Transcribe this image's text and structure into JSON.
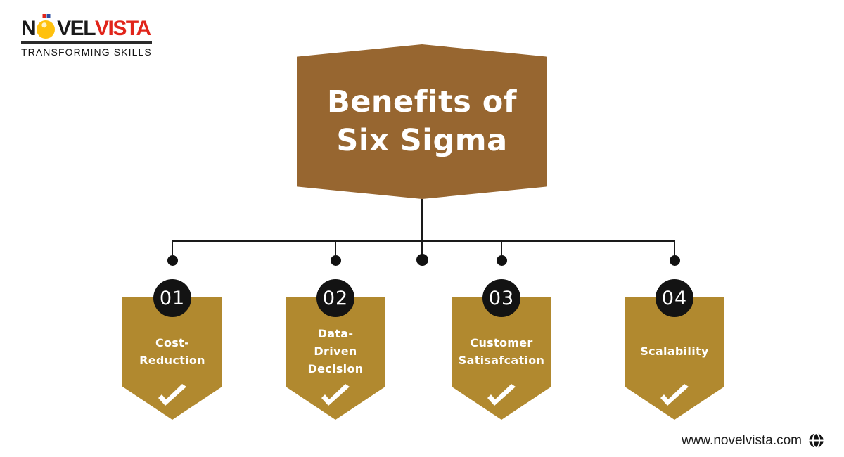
{
  "logo": {
    "brand_part1": "N",
    "brand_part2": "VEL",
    "brand_part3": "VISTA",
    "tagline": "TRANSFORMING SKILLS",
    "brand_red": "#e1251b",
    "bulb_yellow": "#ffc10e",
    "bulb_flag_colors": [
      "#e1251b",
      "#2b4ea2"
    ]
  },
  "banner": {
    "title_line1": "Benefits of",
    "title_line2": "Six Sigma",
    "background": "#976630",
    "text_color": "#ffffff"
  },
  "nodes": [
    {
      "number": "01",
      "label_lines": [
        "Cost-",
        "Reduction"
      ]
    },
    {
      "number": "02",
      "label_lines": [
        "Data-",
        "Driven",
        "Decision"
      ]
    },
    {
      "number": "03",
      "label_lines": [
        "Customer",
        "Satisafcation"
      ]
    },
    {
      "number": "04",
      "label_lines": [
        "Scalability"
      ]
    }
  ],
  "style": {
    "pennant_gold": "#b1892f",
    "number_circle_black": "#131313",
    "connector_color": "#1a1a1a",
    "checkmark_color": "#ffffff"
  },
  "footer": {
    "website": "www.novelvista.com"
  }
}
